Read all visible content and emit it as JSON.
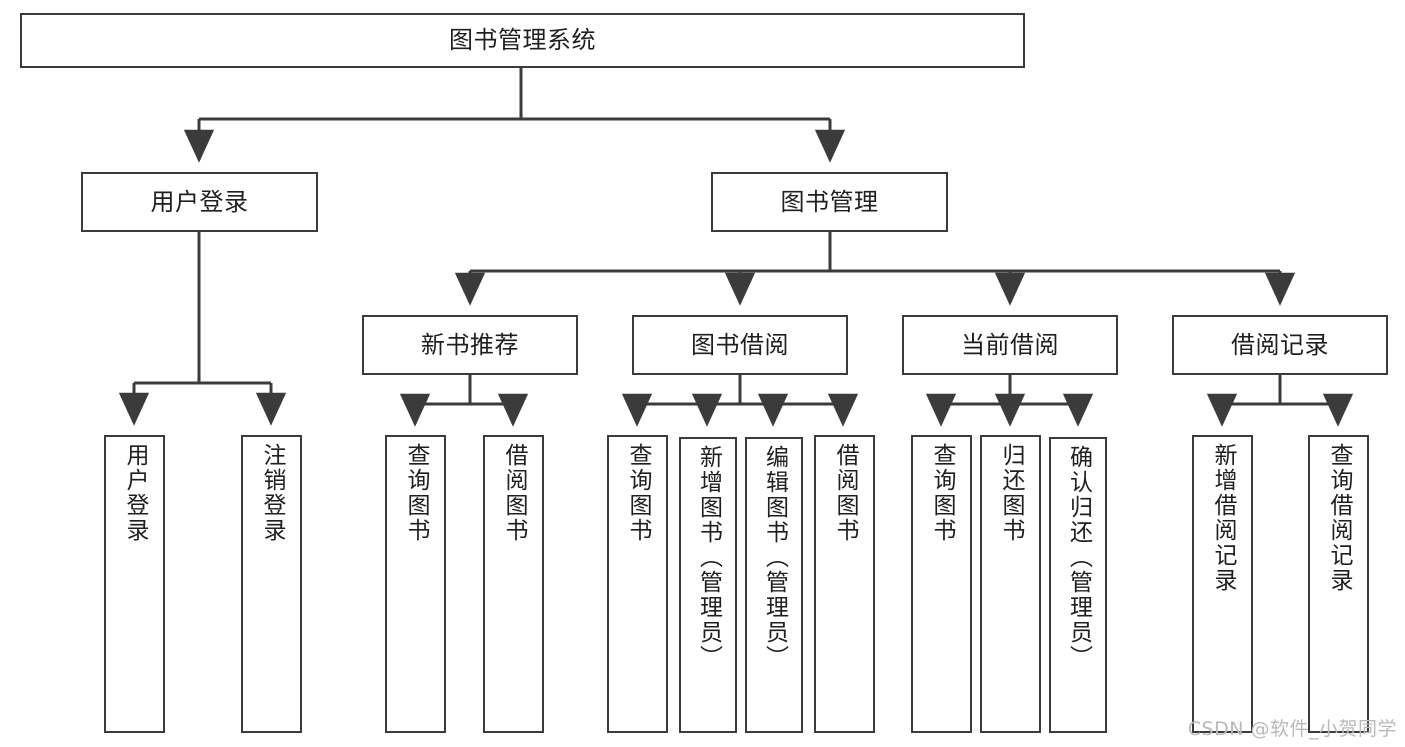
{
  "diagram": {
    "title": "图书管理系统",
    "type": "tree-hierarchy-chart",
    "root": {
      "label": "图书管理系统"
    },
    "level2": [
      {
        "label": "用户登录"
      },
      {
        "label": "图书管理"
      }
    ],
    "level3": [
      {
        "label": "新书推荐"
      },
      {
        "label": "图书借阅"
      },
      {
        "label": "当前借阅"
      },
      {
        "label": "借阅记录"
      }
    ],
    "leaves": {
      "user_login": [
        {
          "label": "用户登录"
        },
        {
          "label": "注销登录"
        }
      ],
      "new_book_recommend": [
        {
          "label": "查询图书"
        },
        {
          "label": "借阅图书"
        }
      ],
      "book_borrow": [
        {
          "label": "查询图书"
        },
        {
          "label": "新增图书（管理员）"
        },
        {
          "label": "编辑图书（管理员）"
        },
        {
          "label": "借阅图书"
        }
      ],
      "current_borrow": [
        {
          "label": "查询图书"
        },
        {
          "label": "归还图书"
        },
        {
          "label": "确认归还（管理员）"
        }
      ],
      "borrow_record": [
        {
          "label": "新增借阅记录"
        },
        {
          "label": "查询借阅记录"
        }
      ]
    }
  },
  "watermark": {
    "text": "CSDN @软件_小贺同学"
  },
  "colors": {
    "stroke": "#3b3b3b",
    "box_fill": "#ffffff",
    "text": "#1f1f1f",
    "watermark": "#b9b9b9",
    "page_bg": "#ffffff"
  }
}
